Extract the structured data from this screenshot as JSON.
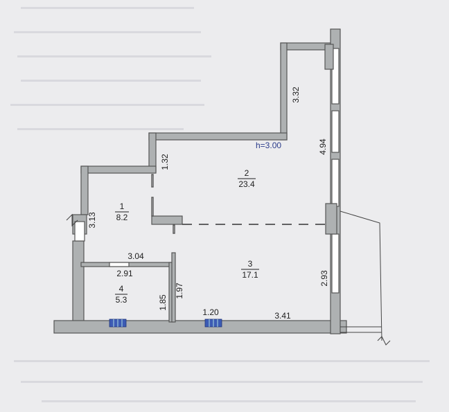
{
  "height_label": "h=3.00",
  "rooms": [
    {
      "id": "1",
      "area": "8.2"
    },
    {
      "id": "2",
      "area": "23.4"
    },
    {
      "id": "3",
      "area": "17.1"
    },
    {
      "id": "4",
      "area": "5.3"
    }
  ],
  "dimensions": {
    "top_right_wall": "3.32",
    "right_upper": "4.94",
    "right_lower": "2.93",
    "step_wall": "1.32",
    "room1_left": "3.13",
    "room1_bottom": "3.04",
    "room4_top": "2.91",
    "room4_right": "1.85",
    "partition": "1.97",
    "window_bottom": "1.20",
    "bottom_wall": "3.41"
  },
  "colors": {
    "wall_fill": "#aeb1b2",
    "radiator": "#3c5bb4",
    "height_text": "#2a3b8a"
  }
}
